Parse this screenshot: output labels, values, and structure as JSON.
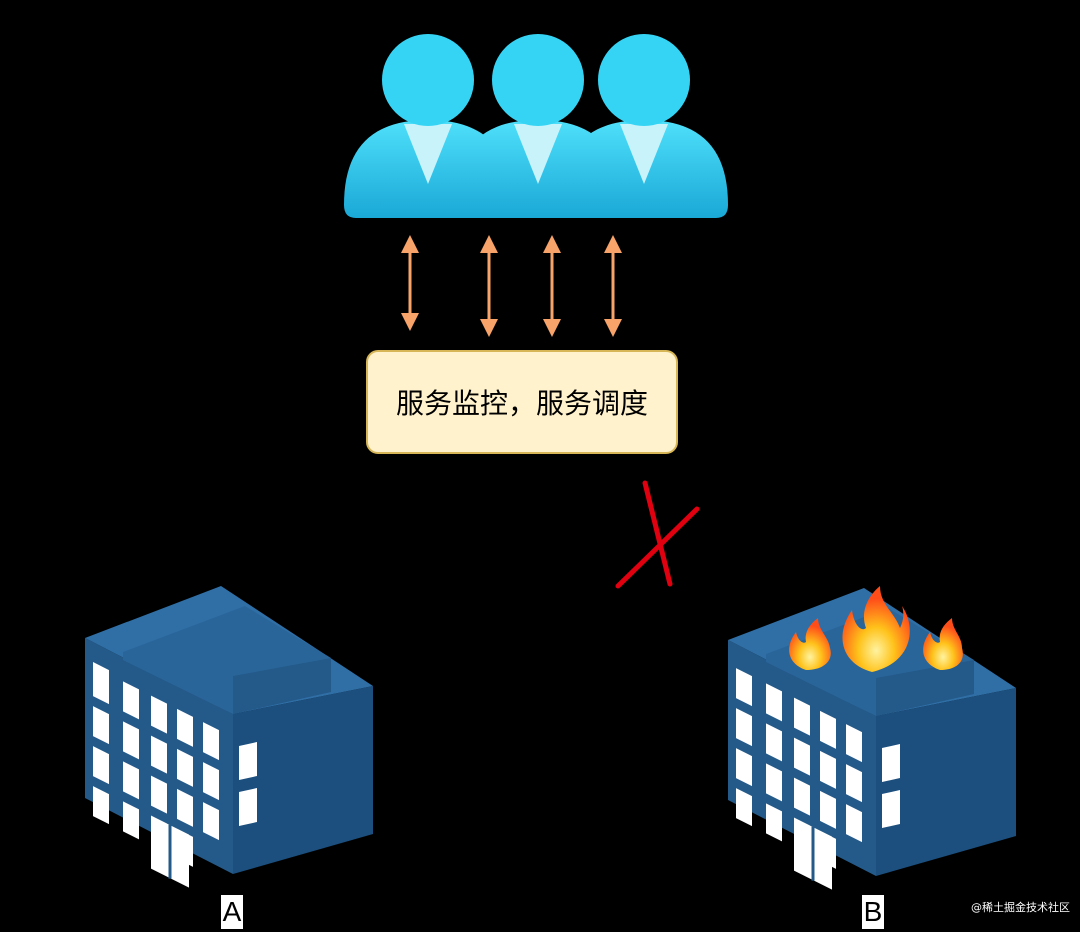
{
  "diagram": {
    "center_node": {
      "label": "服务监控，服务调度"
    },
    "sites": [
      {
        "id": "a",
        "label": "A",
        "state": "normal"
      },
      {
        "id": "b",
        "label": "B",
        "state": "on-fire"
      }
    ],
    "users_icon": "user-group-icon",
    "link_arrows_count": 4,
    "failed_link_marker": "red-x-icon",
    "watermark": "@稀土掘金技术社区"
  },
  "colors": {
    "background": "#000000",
    "user_blue_light": "#3dd6f5",
    "user_blue_dark": "#1ba9d8",
    "arrow_orange": "#f7a36a",
    "box_fill": "#fff2cc",
    "box_border": "#d6b656",
    "building_top": "#2e6da4",
    "building_left": "#245a8a",
    "building_right": "#1c4f7e",
    "window": "#ffffff",
    "x_red": "#e0000f",
    "fire_orange": "#ff7a18",
    "fire_yellow": "#ffd23f"
  }
}
